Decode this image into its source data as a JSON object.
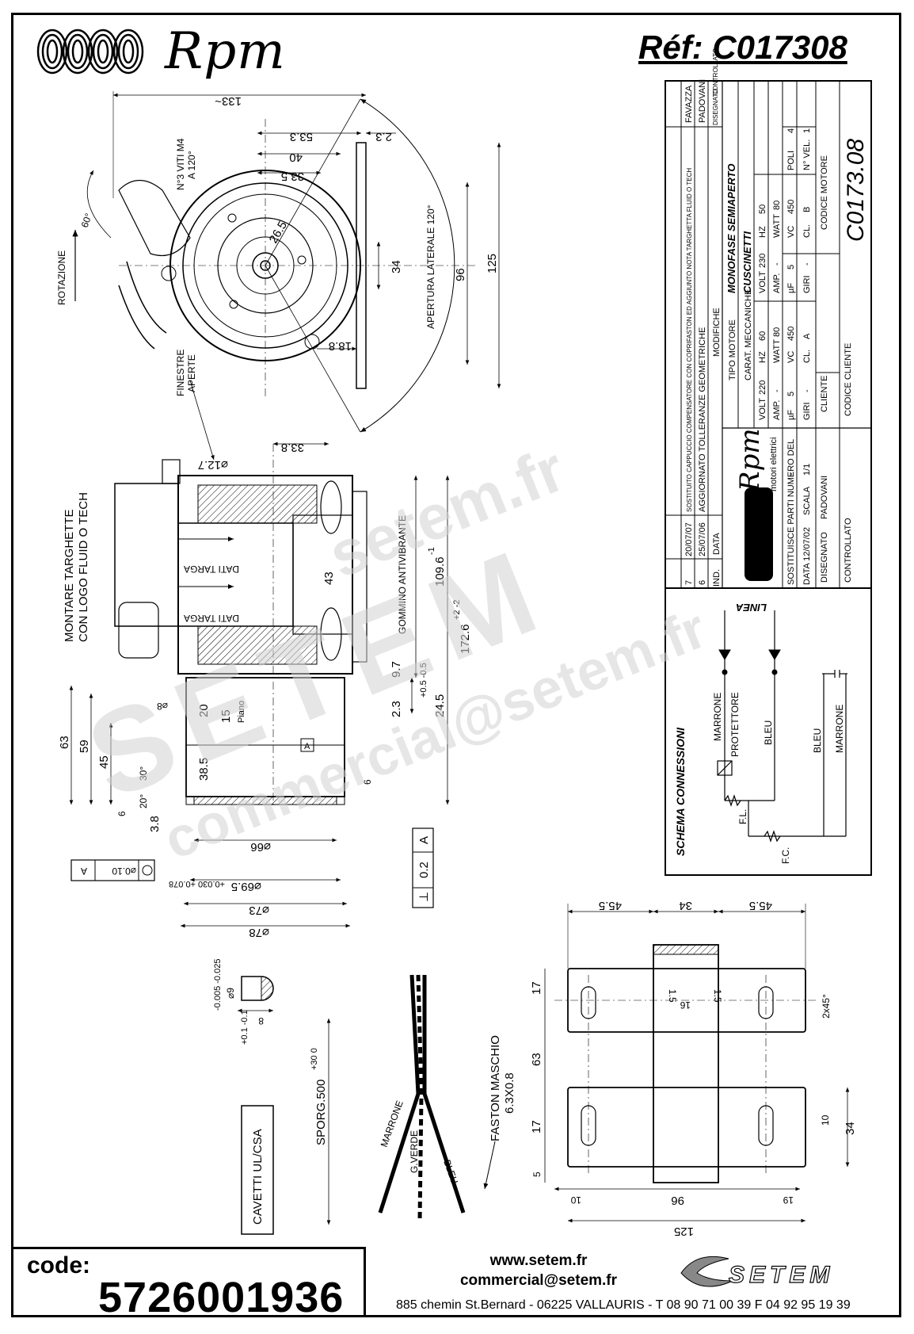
{
  "header": {
    "brand": "Rpm",
    "reference": "Réf:  C017308"
  },
  "front_view": {
    "dim_133": "133~",
    "dim_53_3": "53.3",
    "dim_2_3": "2.3",
    "dim_40": "40",
    "dim_33_5": "33.5",
    "screws_note_1": "N°3 VITI M4",
    "screws_note_2": "A 120°",
    "dim_26_5": "26.5",
    "dim_34": "34",
    "dim_96": "96",
    "dim_125": "125",
    "side_opening": "APERTURA LATERALE 120°",
    "rotation": "ROTAZIONE",
    "angle_60": "60°",
    "dim_18_8": "18.8"
  },
  "section_view": {
    "windows_1": "FINESTRE",
    "windows_2": "APERTE",
    "dim_33_8": "33.8",
    "dim_12_7": "⌀12.7",
    "plates_1": "MONTARE TARGHETTE",
    "plates_2": "CON LOGO FLUID O TECH",
    "plate_data_1": "DATI TARGA",
    "plate_data_2": "DATI TARGA",
    "dim_43": "43",
    "grommet": "GOMMINO ANTIVIBRANTE",
    "dim_109_6": "109.6",
    "tol_109_6": "-1",
    "dim_172_6": "172.6",
    "tol_172_6": "+2 -2",
    "dim_9_7": "9.7",
    "dim_2_3": "2.3",
    "tol_0_5": "+0.5 -0.5",
    "dim_24_5": "24.5",
    "dim_8": "⌀8",
    "dim_20": "20",
    "dim_15": "15",
    "piano": "Piano",
    "dim_63": "63",
    "dim_59": "59",
    "dim_45": "45",
    "dim_38_5": "38.5",
    "datum_a": "A",
    "dim_30deg": "30°",
    "dim_20deg": "20°",
    "dim_6": "6",
    "dim_3_8": "3.8",
    "dim_6b": "6",
    "dim_66": "⌀66",
    "dim_69_5": "⌀69.5",
    "tol_69_5": "+0.030 +0.078",
    "dim_73": "⌀73",
    "dim_78": "⌀78",
    "gdt_perp": "⊥",
    "gdt_perp_val": "0.2",
    "gdt_perp_ref": "A",
    "gdt_conc_val": "⌀0.10",
    "gdt_conc_ref": "A"
  },
  "shaft_detail": {
    "dim_9": "⌀9",
    "tol_9": "-0.005 -0.025",
    "dim_8": "8",
    "tol_8": "+0.1 -0.1"
  },
  "leads": {
    "cable_note": "CAVETTI UL/CSA",
    "length": "SPORG.500",
    "length_tol": "+30 0",
    "brown": "MARRONE",
    "green": "G.VERDE",
    "blue": "BLEU",
    "faston_1": "FASTON MASCHIO",
    "faston_2": "6.3X0.8"
  },
  "bracket": {
    "dim_45_5_a": "45.5",
    "dim_34_top": "34",
    "dim_45_5_b": "45.5",
    "dim_17_a": "17",
    "dim_1_5_a": "1.5",
    "dim_16": "16",
    "dim_1_5_b": "1.5",
    "chamfer": "2x45°",
    "dim_63": "63",
    "dim_17_b": "17",
    "dim_5": "5",
    "dim_10_right": "10",
    "dim_34_right": "34",
    "dim_10_bottom": "10",
    "dim_96": "96",
    "dim_19": "19",
    "dim_125": "125"
  },
  "title_block": {
    "rev_7_date": "20/07/07",
    "rev_7_text": "SOSTITUITO CAPPUCCIO COMPENSATORE CON COPRIFASTON ED AGGIUNTO NOTA TARGHETTA FLUID O TECH",
    "rev_7_by": "FAVAZZA",
    "rev_6_date": "25/07/06",
    "rev_6_text": "AGGIORNATO TOLLERANZE GEOMETRICHE",
    "rev_6_by": "PADOVANI",
    "head_n": "IND.",
    "head_date": "DATA",
    "head_mod": "MODIFICHE",
    "head_drawn": "DISEGNATO",
    "head_checked": "CONTROLLATO",
    "motor_type_label": "TIPO MOTORE",
    "motor_type": "MONOFASE SEMIAPERTO",
    "mech_label": "CARAT. MECCANICHE",
    "mech": "CUSCINETTI",
    "t1": {
      "volt": "220",
      "hz": "60",
      "amp": "-",
      "watt": "80",
      "uf": "5",
      "vc": "450",
      "cl": "A",
      "giri": "-"
    },
    "t2": {
      "volt": "230",
      "hz": "50",
      "amp": "-",
      "watt": "80",
      "uf": "5",
      "vc": "450",
      "cl": "B",
      "giri": "-"
    },
    "lbl_volt": "VOLT",
    "lbl_hz": "HZ",
    "lbl_amp": "AMP.",
    "lbl_watt": "WATT",
    "lbl_uf": "µF",
    "lbl_vc": "VC",
    "lbl_cl": "CL.",
    "lbl_giri": "GIRI",
    "poles_label": "POLI",
    "poles": "4",
    "speeds_label": "N° VEL.",
    "speeds": "1",
    "motor_code_label": "CODICE MOTORE",
    "motor_code": "C0173.08",
    "customer_label": "CLIENTE",
    "customer_code_label": "CODICE CLIENTE",
    "logo_name": "Rpm",
    "logo_sub": "motori elettrici",
    "replaces_label": "SOSTITUISCE PARTI NUMERO DEL",
    "replaces": "-",
    "date": "DATA 12/07/02",
    "scale_label": "SCALA",
    "scale": "1/1",
    "drawn_label": "DISEGNATO",
    "drawn_by": "PADOVANI",
    "checked_label": "CONTROLLATO"
  },
  "schema": {
    "title": "SCHEMA CONNESSIONI",
    "line": "LINEA",
    "brown_1": "MARRONE",
    "protector": "PROTETTORE",
    "blue_1": "BLEU",
    "blue_2": "BLEU",
    "brown_2": "MARRONE",
    "fl": "F.L.",
    "fc": "F.C."
  },
  "watermark": {
    "site": "setem.fr",
    "brand": "SETEM",
    "email": "commercial@setem.fr"
  },
  "footer": {
    "code_label": "code:",
    "code_value": "5726001936",
    "website": "www.setem.fr",
    "email": "commercial@setem.fr",
    "address": "885 chemin St.Bernard  -  06225 VALLAURIS  -  T 08 90 71 00 39   F 04 92 95 19 39",
    "logo_text": "SETEM"
  }
}
